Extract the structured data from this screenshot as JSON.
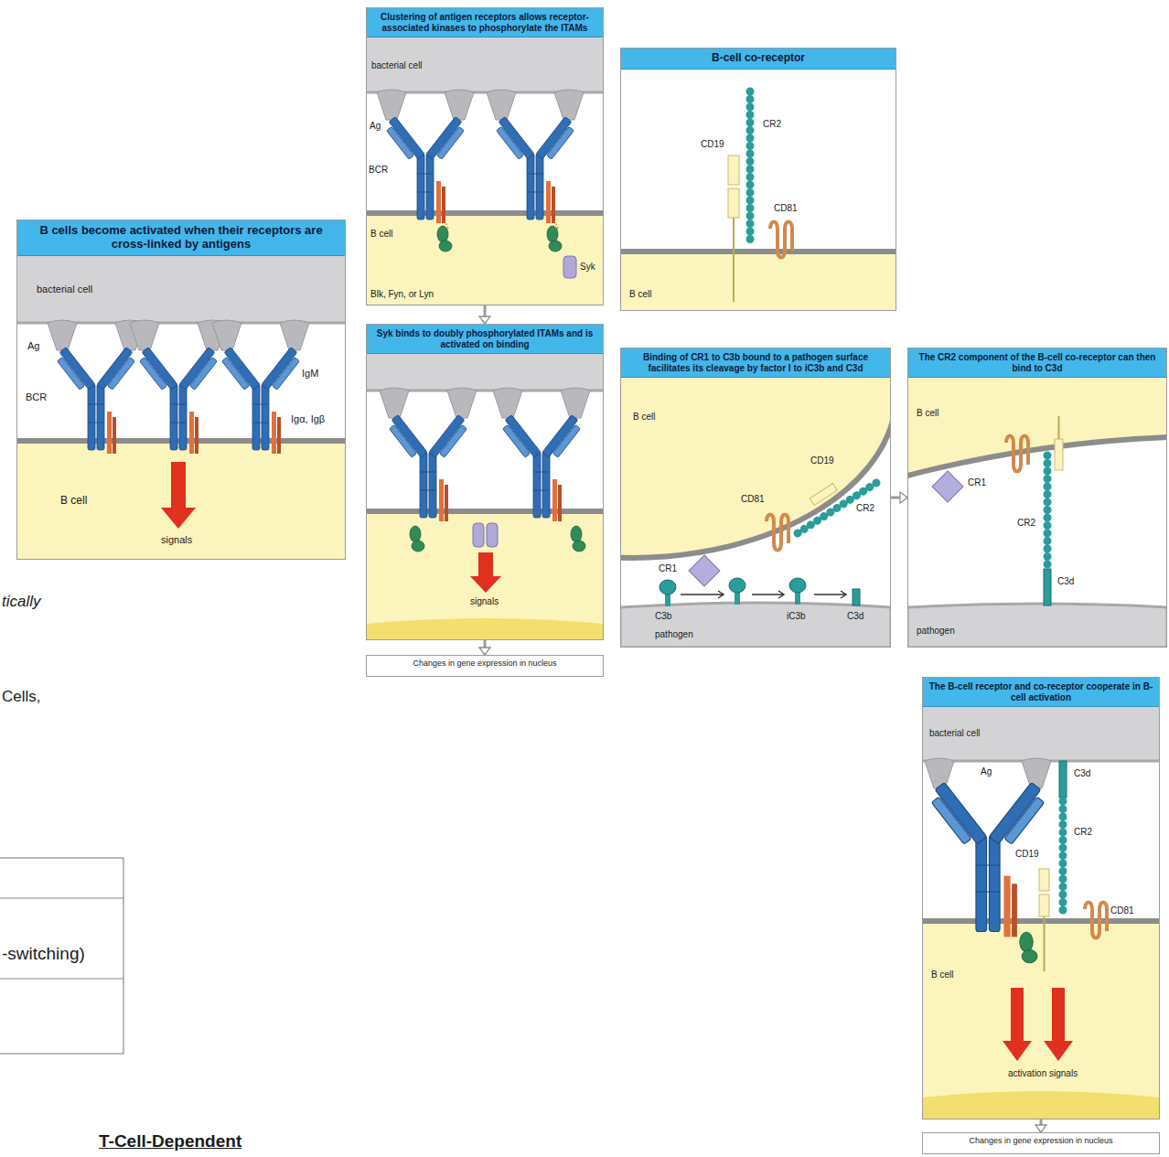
{
  "diagram": {
    "nodes": [
      {
        "text": [
          "B cells become activated when their receptors are cross-linked by antigens"
        ]
      },
      {
        "text": [
          "Clustering of antigen receptors allows receptor-associated kinases to phosphorylate the ITAMs"
        ]
      },
      {
        "text": [
          "Syk binds to doubly phosphorylated ITAMs and is activated on binding"
        ]
      },
      {
        "text": [
          "Changes in gene expression in nucleus"
        ]
      },
      {
        "text": [
          "B-cell co-receptor"
        ]
      },
      {
        "text": [
          "Binding of CR1 to C3b bound to a pathogen surface facilitates its cleavage by factor I to iC3b and C3d"
        ]
      },
      {
        "text": [
          "The CR2 component of the B-cell co-receptor can then bind to C3d"
        ]
      },
      {
        "text": [
          "The B-cell receptor and co-receptor cooperate in B-cell activation"
        ]
      },
      {
        "text": [
          "Changes in gene expression in nucleus"
        ]
      }
    ],
    "edges": [
      {
        "from": 1,
        "to": 2,
        "arrow": "to"
      },
      {
        "from": 2,
        "to": 3,
        "arrow": "to"
      },
      {
        "from": 5,
        "to": 6,
        "arrow": "to"
      },
      {
        "from": 7,
        "to": 8,
        "arrow": "to"
      }
    ],
    "labels": [
      "tically",
      "Cells,",
      "-switching)",
      "T-Cell-Dependent",
      "bacterial cell",
      "Ag",
      "BCR",
      "IgM",
      "Igα, Igβ",
      "B cell",
      "signals",
      "bacterial cell",
      "Ag",
      "BCR",
      "B cell",
      "Blk, Fyn, or Lyn",
      "Syk",
      "signals",
      "CR2",
      "CD19",
      "CD81",
      "B cell",
      "B cell",
      "CD19",
      "CD81",
      "CR2",
      "CR1",
      "C3b",
      "pathogen",
      "iC3b",
      "C3d",
      "B cell",
      "CR1",
      "CR2",
      "C3d",
      "pathogen",
      "bacterial cell",
      "Ag",
      "C3d",
      "CR2",
      "CD19",
      "CD81",
      "B cell",
      "activation signals"
    ]
  }
}
